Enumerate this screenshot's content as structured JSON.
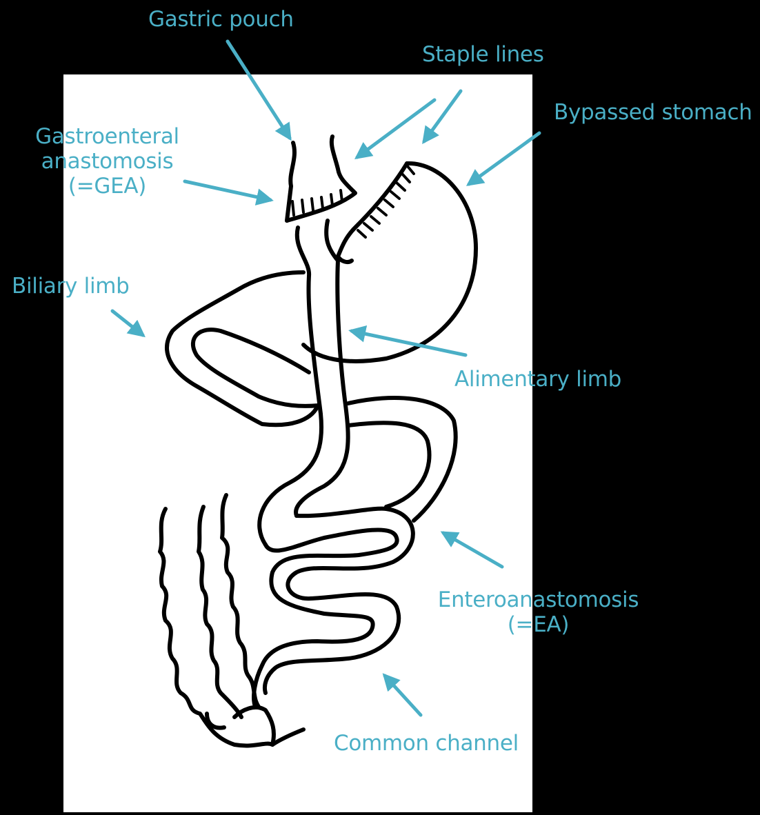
{
  "colors": {
    "background": "#000000",
    "panel": "#ffffff",
    "ink": "#000000",
    "label": "#4AAFC6"
  },
  "labels": {
    "gastric_pouch": "Gastric pouch",
    "staple_lines": "Staple lines",
    "bypassed_stomach": "Bypassed stomach",
    "gea_line1": "Gastroenteral",
    "gea_line2": "anastomosis",
    "gea_line3": "(=GEA)",
    "biliary_limb": "Biliary limb",
    "alimentary_limb": "Alimentary limb",
    "ea_line1": "Enteroanastomosis",
    "ea_line2": "(=EA)",
    "common_channel": "Common channel"
  }
}
